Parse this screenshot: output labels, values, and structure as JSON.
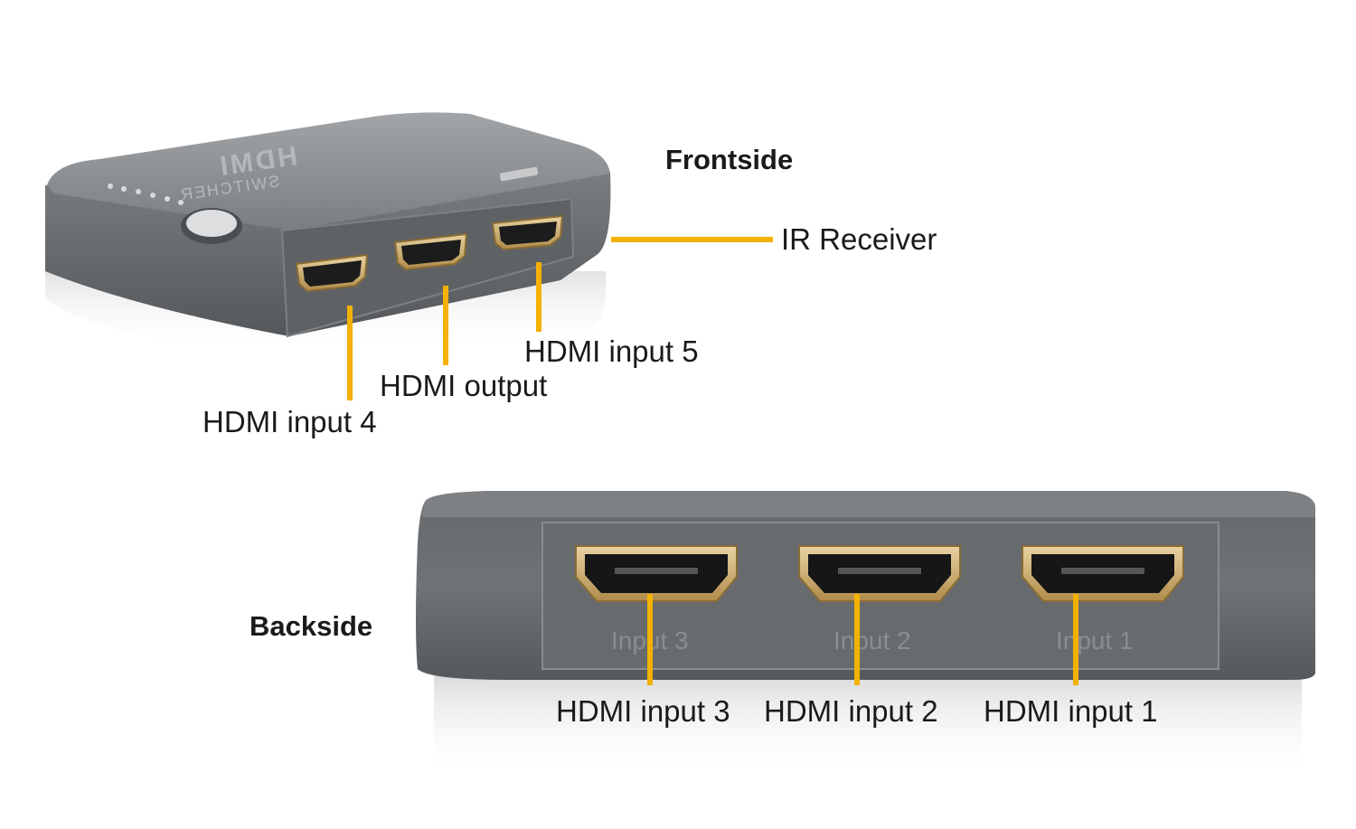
{
  "colors": {
    "leader": "#f3b100",
    "device_body": "#6b6e71",
    "device_top": "#8d9093",
    "port_gold": "#c9a86a",
    "background": "#ffffff"
  },
  "sections": {
    "front_heading": "Frontside",
    "back_heading": "Backside"
  },
  "device_markings": {
    "logo": "HDMI",
    "subtitle": "SWITCHER",
    "port_engravings": [
      "Input 3",
      "Input 2",
      "Input 1"
    ]
  },
  "front_labels": {
    "ir_receiver": "IR Receiver",
    "hdmi_input_5": "HDMI input 5",
    "hdmi_output": "HDMI output",
    "hdmi_input_4": "HDMI input 4"
  },
  "back_labels": {
    "hdmi_input_3": "HDMI input 3",
    "hdmi_input_2": "HDMI input 2",
    "hdmi_input_1": "HDMI input 1"
  }
}
